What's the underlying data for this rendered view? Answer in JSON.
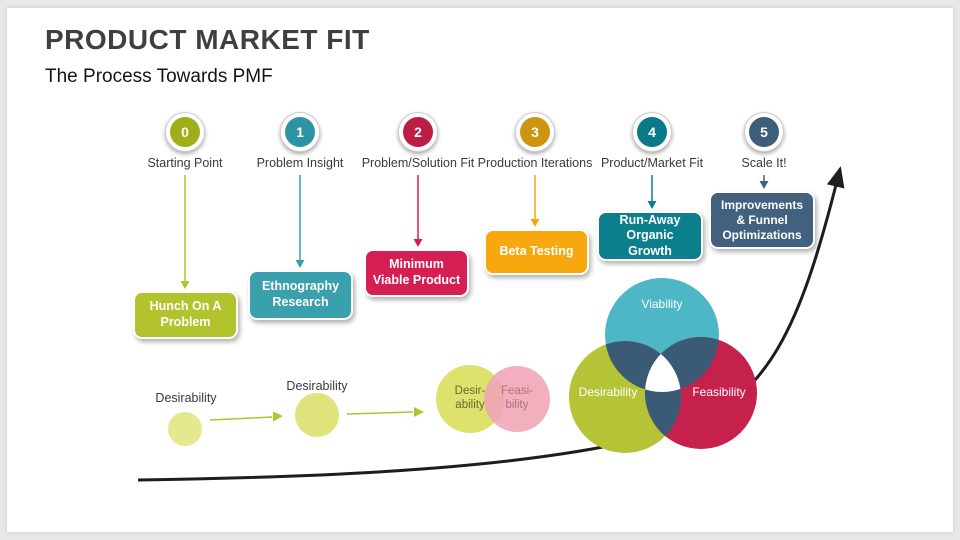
{
  "slide": {
    "title": "PRODUCT MARKET FIT",
    "subtitle": "The Process Towards PMF"
  },
  "steps": [
    {
      "number": "0",
      "label": "Starting Point",
      "box": "Hunch On A Problem",
      "circle_color": "#9faf1a",
      "box_color": "#b2c32d"
    },
    {
      "number": "1",
      "label": "Problem Insight",
      "box": "Ethnography Research",
      "circle_color": "#2b93a1",
      "box_color": "#3ba0ae"
    },
    {
      "number": "2",
      "label": "Problem/Solution Fit",
      "box": "Minimum Viable Product",
      "circle_color": "#bd1d45",
      "box_color": "#d51e52"
    },
    {
      "number": "3",
      "label": "Production Iterations",
      "box": "Beta Testing",
      "circle_color": "#cd9410",
      "box_color": "#f8a70f"
    },
    {
      "number": "4",
      "label": "Product/Market Fit",
      "box": "Run-Away Organic Growth",
      "circle_color": "#0b7a88",
      "box_color": "#0c7f8c"
    },
    {
      "number": "5",
      "label": "Scale It!",
      "box": "Improvements & Funnel Optimizations",
      "circle_color": "#3e5d7a",
      "box_color": "#41617f"
    }
  ],
  "growth": {
    "stages": [
      {
        "label": "Desirability",
        "color": "#e4e88f"
      },
      {
        "label": "Desirability",
        "color": "#dfe37b"
      }
    ],
    "pair": {
      "left": {
        "line1": "Desir-",
        "line2": "ability",
        "color": "#dce26c",
        "text_color": "#6a6a30"
      },
      "right": {
        "line1": "Feasi-",
        "line2": "bility",
        "color": "#f1a4b6",
        "text_color": "#a2606f"
      }
    },
    "venn": {
      "top": {
        "label": "Viability",
        "color": "#4db7c5"
      },
      "left": {
        "label": "Desirability",
        "color": "#b5c436"
      },
      "right": {
        "label": "Feasibility",
        "color": "#c6204d"
      },
      "overlap_color": "#3b5a75",
      "center_color": "#ffffff"
    },
    "arrow_color": "#b2c32d"
  },
  "curve_color": "#1d1d1d"
}
